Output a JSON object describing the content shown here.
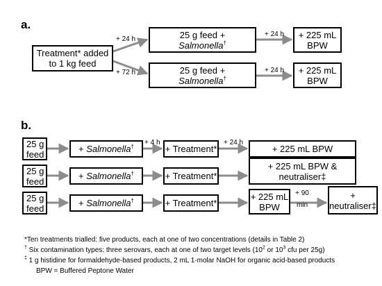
{
  "panel_a": {
    "label": "a.",
    "treatment_box": [
      "Treatment* added",
      "to 1 kg feed"
    ],
    "branch_top_label": "+ 24 h",
    "branch_bottom_label": "+ 72 h",
    "feed_box": {
      "text": "25 g feed +",
      "organism": "Salmonella",
      "mark": "†"
    },
    "arrow_label": "+ 24 h",
    "bpw_box": [
      "+ 225 mL",
      "BPW"
    ]
  },
  "panel_b": {
    "label": "b.",
    "rows": [
      {
        "feed": [
          "25 g",
          "feed"
        ],
        "salmonella": {
          "prefix": "+ ",
          "organism": "Salmonella",
          "mark": "†"
        },
        "label_1": "+ 4 h",
        "treatment": "+ Treatment*",
        "label_2": "+ 24 h",
        "final": "+ 225 mL BPW"
      },
      {
        "feed": [
          "25 g",
          "feed"
        ],
        "salmonella": {
          "prefix": "+ ",
          "organism": "Salmonella",
          "mark": "†"
        },
        "treatment": "+ Treatment*",
        "final": [
          "+ 225 mL BPW &",
          "neutraliser‡"
        ]
      },
      {
        "feed": [
          "25 g",
          "feed"
        ],
        "salmonella": {
          "prefix": "+ ",
          "organism": "Salmonella",
          "mark": "†"
        },
        "treatment": "+ Treatment*",
        "bpw": [
          "+ 225 mL",
          "BPW"
        ],
        "label_3": [
          "+ 90",
          "min"
        ],
        "final": [
          "+",
          "neutraliser‡"
        ]
      }
    ]
  },
  "notes": {
    "n1": "*Ten treatments trialled: five products, each at one of two concentrations (details in Table 2)",
    "n2_mark": "†",
    "n2_a": " Six contamination types: three serovars, each at one of two target levels (10",
    "n2_exp1": "2",
    "n2_b": " or 10",
    "n2_exp2": "3",
    "n2_c": " cfu per 25g)",
    "n3_mark": "‡",
    "n3": " 1 g histidine for formaldehyde-based products, 2 mL 1-molar NaOH for organic acid-based products",
    "n4": "BPW = Buffered Peptone Water"
  },
  "colors": {
    "arrow": "#8c8c8c",
    "border": "#000000"
  }
}
